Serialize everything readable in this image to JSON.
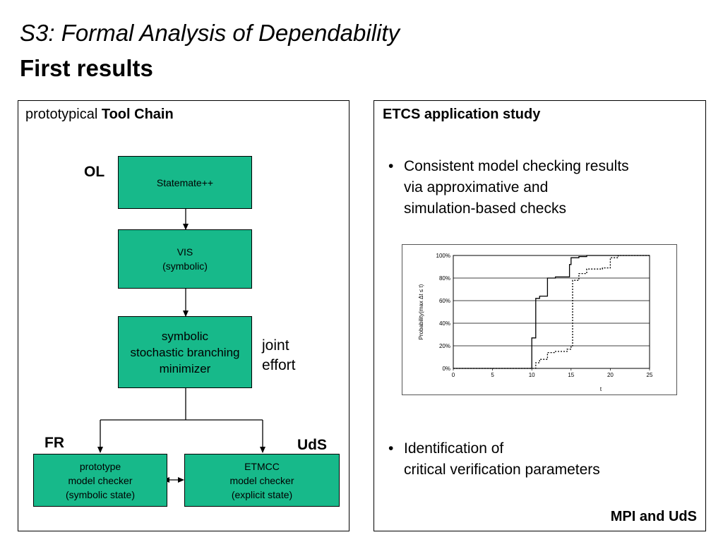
{
  "slide": {
    "title": "S3: Formal Analysis of Dependability",
    "subtitle": "First results"
  },
  "left": {
    "heading_prefix": "prototypical ",
    "heading_bold": "Tool Chain",
    "label_ol": "OL",
    "label_fr": "FR",
    "label_uds": "UdS",
    "joint_effort": "joint\neffort",
    "box_statemate": "Statemate++",
    "box_vis": "VIS\n(symbolic)",
    "box_minimizer": "symbolic\nstochastic branching\nminimizer",
    "box_prototype": "prototype\nmodel checker\n(symbolic state)",
    "box_etmcc": "ETMCC\nmodel checker\n(explicit state)"
  },
  "right": {
    "heading": "ETCS application study",
    "bullet1_lines": [
      "Consistent model checking results",
      "via approximative and",
      "simulation-based checks"
    ],
    "bullet2_lines": [
      "Identification of",
      "critical verification parameters"
    ],
    "footer": "MPI and UdS",
    "bullet_char": "•"
  },
  "chart_data": {
    "type": "line",
    "title": "",
    "xlabel": "t",
    "ylabel": "Probability(max Δt ≤ t)",
    "xlim": [
      0,
      25
    ],
    "ylim": [
      0,
      100
    ],
    "x_ticks": [
      "0",
      "5",
      "10",
      "15",
      "20",
      "25"
    ],
    "y_ticks": [
      "0%",
      "20%",
      "40%",
      "60%",
      "80%",
      "100%"
    ],
    "grid": "horizontal",
    "series": [
      {
        "style": "solid",
        "points": [
          [
            0,
            0
          ],
          [
            10,
            0
          ],
          [
            10,
            27
          ],
          [
            10.5,
            27
          ],
          [
            10.5,
            62
          ],
          [
            11,
            62
          ],
          [
            11,
            64
          ],
          [
            11.5,
            64
          ],
          [
            11.5,
            64
          ],
          [
            12,
            64
          ],
          [
            12,
            80
          ],
          [
            13,
            80
          ],
          [
            13,
            81
          ],
          [
            14,
            81
          ],
          [
            14,
            81
          ],
          [
            14.8,
            81
          ],
          [
            14.8,
            92
          ],
          [
            15,
            92
          ],
          [
            15,
            98
          ],
          [
            16,
            98
          ],
          [
            16,
            99
          ],
          [
            17,
            99
          ],
          [
            17,
            100
          ],
          [
            25,
            100
          ]
        ]
      },
      {
        "style": "dotted",
        "points": [
          [
            0,
            0
          ],
          [
            10.5,
            0
          ],
          [
            10.5,
            5
          ],
          [
            11,
            5
          ],
          [
            11,
            8
          ],
          [
            12,
            8
          ],
          [
            12,
            14
          ],
          [
            13,
            14
          ],
          [
            13,
            15
          ],
          [
            14.5,
            15
          ],
          [
            14.5,
            17
          ],
          [
            15,
            17
          ],
          [
            15,
            20
          ],
          [
            15.2,
            20
          ],
          [
            15.2,
            78
          ],
          [
            16,
            78
          ],
          [
            16,
            84
          ],
          [
            17,
            84
          ],
          [
            17,
            88
          ],
          [
            19,
            88
          ],
          [
            19,
            89
          ],
          [
            20,
            89
          ],
          [
            20,
            98
          ],
          [
            21,
            98
          ],
          [
            21,
            100
          ],
          [
            25,
            100
          ]
        ]
      }
    ]
  }
}
